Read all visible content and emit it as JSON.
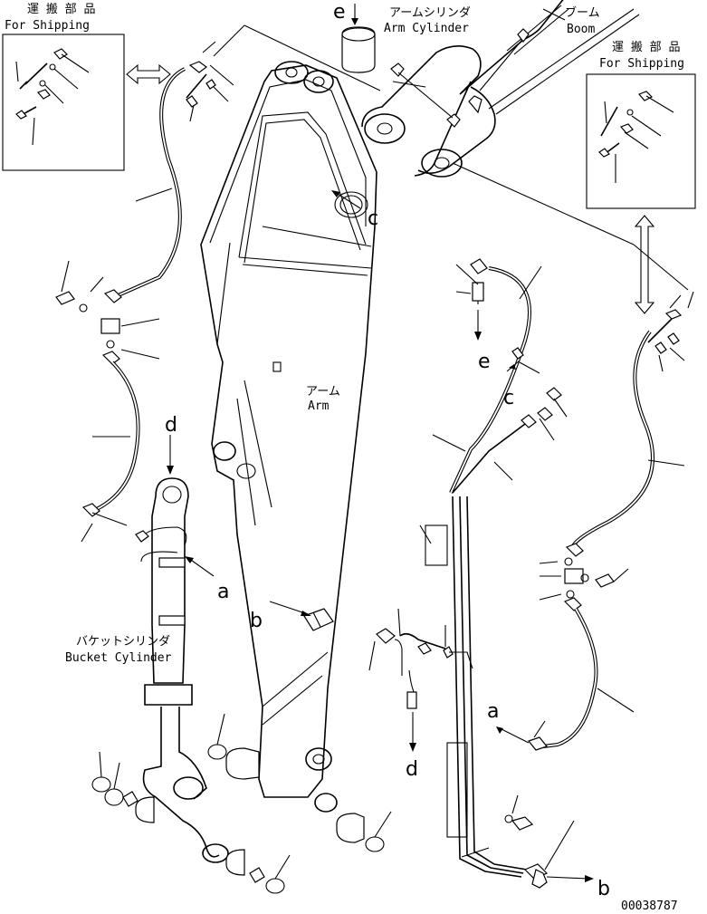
{
  "texts": {
    "shipping_left_jp": "運 搬 部 品",
    "shipping_left_en": "For Shipping",
    "shipping_right_jp": "運 搬 部 品",
    "shipping_right_en": "For Shipping",
    "arm_cyl_jp": "アームシリンダ",
    "arm_cyl_en": "Arm Cylinder",
    "boom_jp": "ブーム",
    "boom_en": "Boom",
    "arm_jp": "アーム",
    "arm_en": "Arm",
    "bucket_cyl_jp": "バケットシリンダ",
    "bucket_cyl_en": "Bucket Cylinder",
    "drawing_no": "00038787"
  },
  "refs": {
    "a1": "a",
    "a2": "a",
    "b1": "b",
    "b2": "b",
    "c1": "c",
    "c2": "c",
    "d1": "d",
    "d2": "d",
    "e1": "e",
    "e2": "e"
  }
}
